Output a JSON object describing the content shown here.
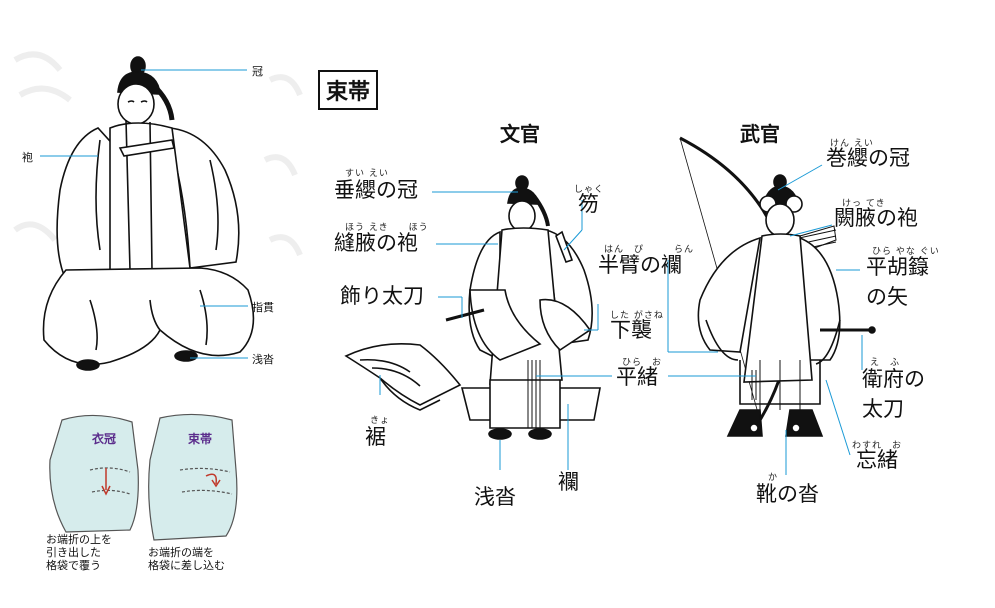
{
  "left_figure": {
    "labels": {
      "kanmuri": "冠",
      "ho": "袍",
      "sashinuki": "指貫",
      "asagutsu": "浅沓"
    }
  },
  "insets": {
    "ikan": {
      "title": "衣冠",
      "caption": [
        "お端折の上を",
        "引き出した",
        "格袋で覆う"
      ]
    },
    "sokutai": {
      "title": "束帯",
      "caption": [
        "お端折の端を",
        "格袋に差し込む"
      ]
    }
  },
  "main": {
    "title": "束帯",
    "bunkan": {
      "heading": "文官",
      "labels": {
        "suiei": {
          "text": "垂纓の冠",
          "ruby": "すい えい"
        },
        "hoeki": {
          "text": "縫腋の袍",
          "ruby": "ほう えき　　ほう"
        },
        "kazaritachi": {
          "text": "飾り太刀"
        },
        "kyo": {
          "text": "裾",
          "ruby": "きょ"
        },
        "asagutsu": {
          "text": "浅沓"
        },
        "ran": {
          "text": "襴"
        },
        "shaku": {
          "text": "笏",
          "ruby": "しゃく"
        },
        "shitagasane": {
          "text": "下襲",
          "ruby": "した がさね"
        },
        "hirao": {
          "text": "平緒",
          "ruby": "ひら　お"
        }
      }
    },
    "bukan": {
      "heading": "武官",
      "labels": {
        "kenei": {
          "text": "巻纓の冠",
          "ruby": "けん えい"
        },
        "ketteki": {
          "text": "闕腋の袍",
          "ruby": "けっ てき"
        },
        "hanpi": {
          "text": "半臂の襴",
          "ruby": "はん　ぴ　　　らん"
        },
        "hirayanagui": {
          "text": [
            "平胡籙",
            "の矢"
          ],
          "ruby": "ひら やな ぐい"
        },
        "efu": {
          "text": [
            "衛府の",
            "太刀"
          ],
          "ruby": "え　ふ"
        },
        "wasureo": {
          "text": "忘緒",
          "ruby": "わすれ　お"
        },
        "kanokutsu": {
          "text": "靴の沓",
          "ruby": "か"
        }
      }
    }
  },
  "colors": {
    "leader_line": "#1a9ad6",
    "inset_fill": "#d6ecec",
    "inset_title": "#5b2d8c",
    "accent_red": "#c0392b"
  }
}
